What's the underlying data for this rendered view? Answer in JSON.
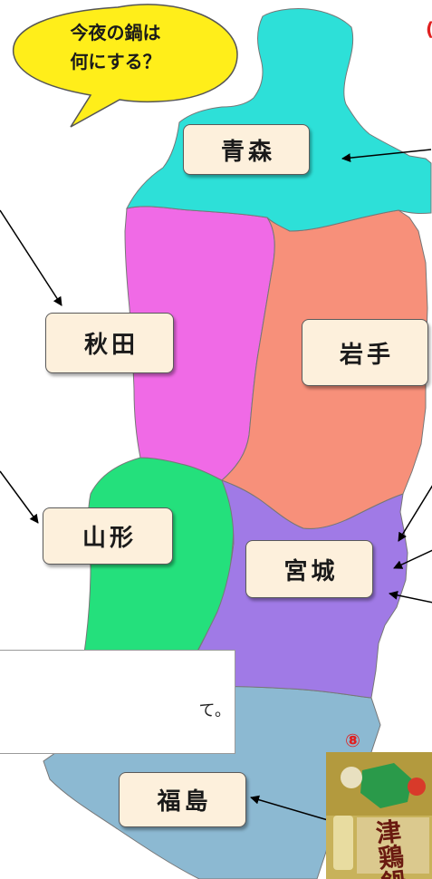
{
  "speech_bubble": {
    "line1": "今夜の鍋は",
    "line2": "何にする？"
  },
  "prefectures": {
    "aomori": {
      "label": "青森",
      "color": "#2de0d8"
    },
    "akita": {
      "label": "秋田",
      "color": "#f06ae6"
    },
    "iwate": {
      "label": "岩手",
      "color": "#f7907a"
    },
    "yamagata": {
      "label": "山形",
      "color": "#24e07c"
    },
    "miyagi": {
      "label": "宮城",
      "color": "#a07ae6"
    },
    "fukushima": {
      "label": "福島",
      "color": "#8cb9d2"
    }
  },
  "note": {
    "text_fragment": "て。"
  },
  "product": {
    "number": "⑧",
    "title": "津鶏鍋"
  },
  "colors": {
    "bubble_fill": "#ffee1a",
    "label_fill": "#fdf0dc",
    "number_red": "#e02020"
  }
}
